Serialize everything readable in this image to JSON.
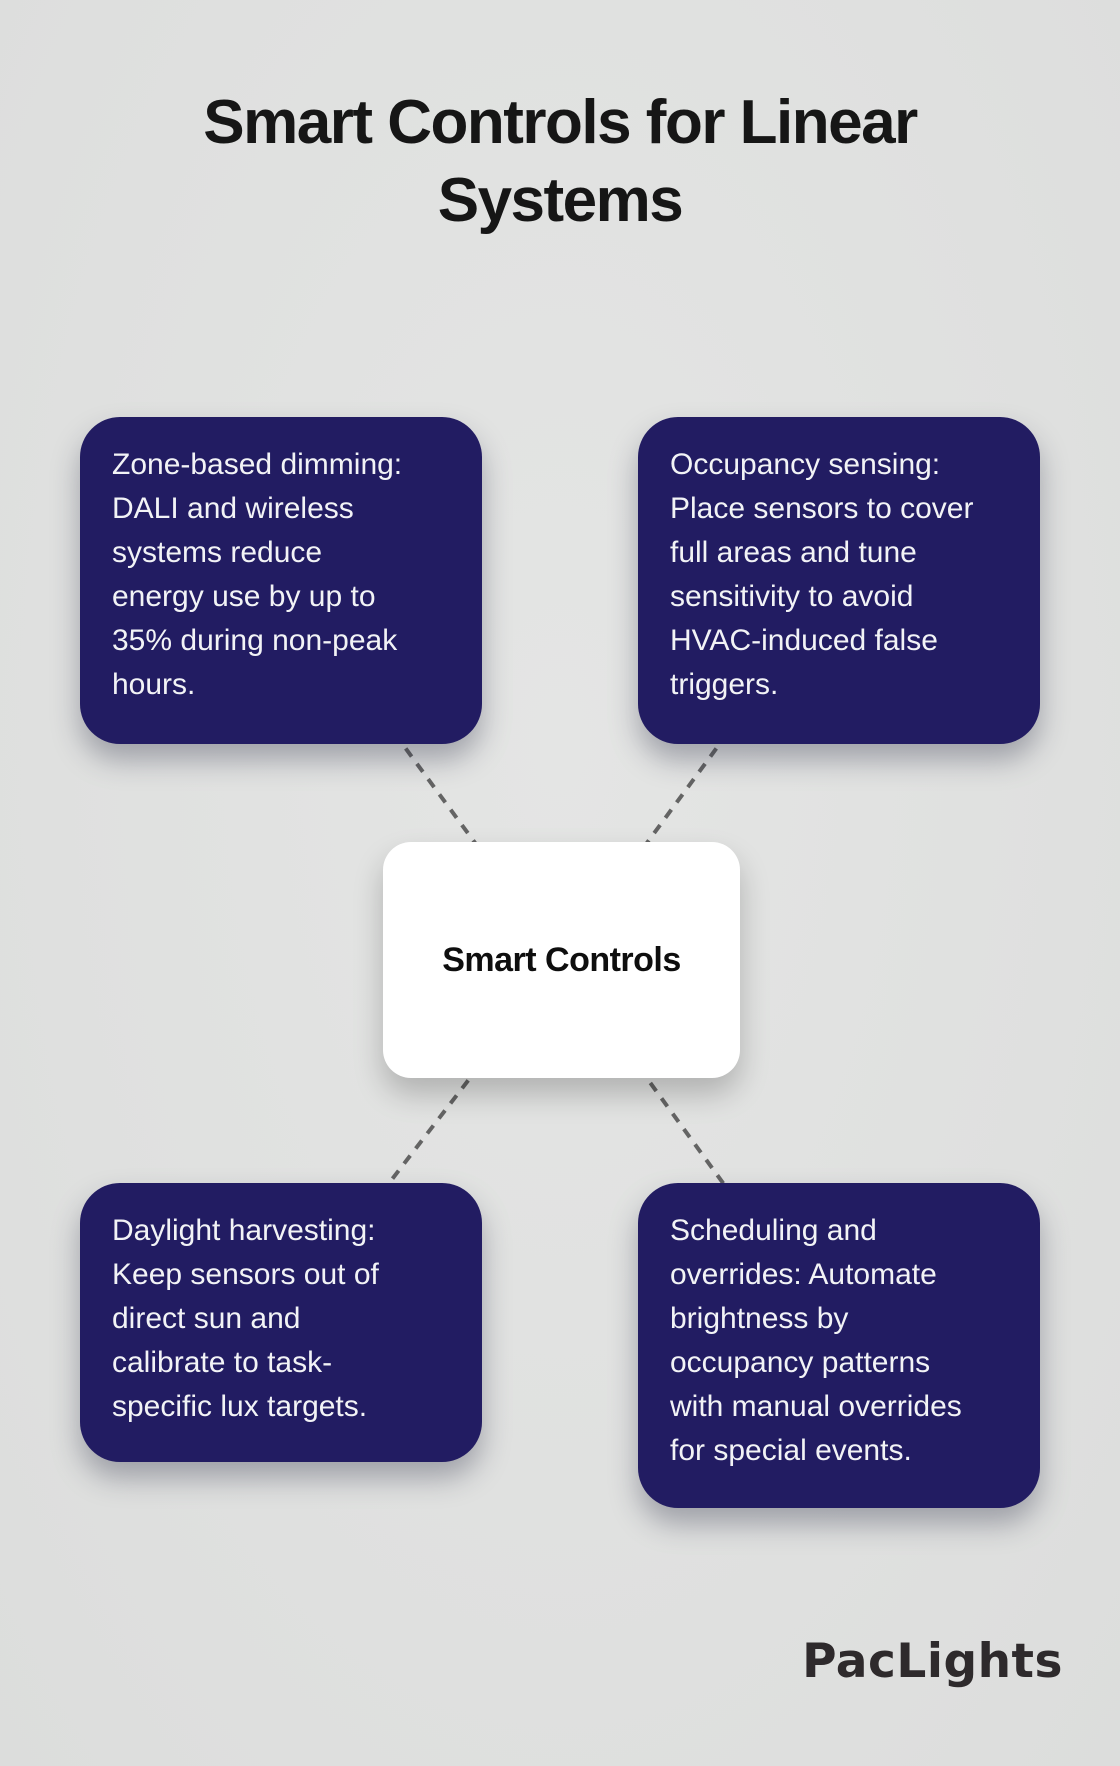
{
  "title": {
    "lines": [
      "Smart Controls for Linear",
      "Systems"
    ],
    "full_text": "Smart Controls for Linear Systems"
  },
  "center_node": {
    "label": "Smart Controls"
  },
  "nodes": [
    {
      "id": "zone-based-dimming",
      "position": "top-left",
      "lines": [
        "Zone-based dimming:",
        "DALI and wireless",
        "systems reduce",
        "energy use by up to",
        "35% during non-peak",
        "hours."
      ],
      "full_text": "Zone-based dimming: DALI and wireless systems reduce energy use by up to 35% during non-peak hours."
    },
    {
      "id": "occupancy-sensing",
      "position": "top-right",
      "lines": [
        "Occupancy sensing:",
        "Place sensors to cover",
        "full areas and tune",
        "sensitivity to avoid",
        "HVAC-induced false",
        "triggers."
      ],
      "full_text": "Occupancy sensing: Place sensors to cover full areas and tune sensitivity to avoid HVAC-induced false triggers."
    },
    {
      "id": "daylight-harvesting",
      "position": "bottom-left",
      "lines": [
        "Daylight harvesting:",
        "Keep sensors out of",
        "direct sun and",
        "calibrate to task-",
        "specific lux targets."
      ],
      "full_text": "Daylight harvesting: Keep sensors out of direct sun and calibrate to task-specific lux targets."
    },
    {
      "id": "scheduling-overrides",
      "position": "bottom-right",
      "lines": [
        "Scheduling and",
        "overrides: Automate",
        "brightness by",
        "occupancy patterns",
        "with manual overrides",
        "for special events."
      ],
      "full_text": "Scheduling and overrides: Automate brightness by occupancy patterns with manual overrides for special events."
    }
  ],
  "logo": {
    "text": "PacLights"
  },
  "colors": {
    "background": "#e0e1e0",
    "node_background": "#221c62",
    "node_text": "#f2f3f6",
    "center_background": "#ffffff",
    "center_text": "#0e0e0e",
    "title_text": "#161616",
    "connector": "#646464",
    "logo_text": "#2e2a2c"
  }
}
